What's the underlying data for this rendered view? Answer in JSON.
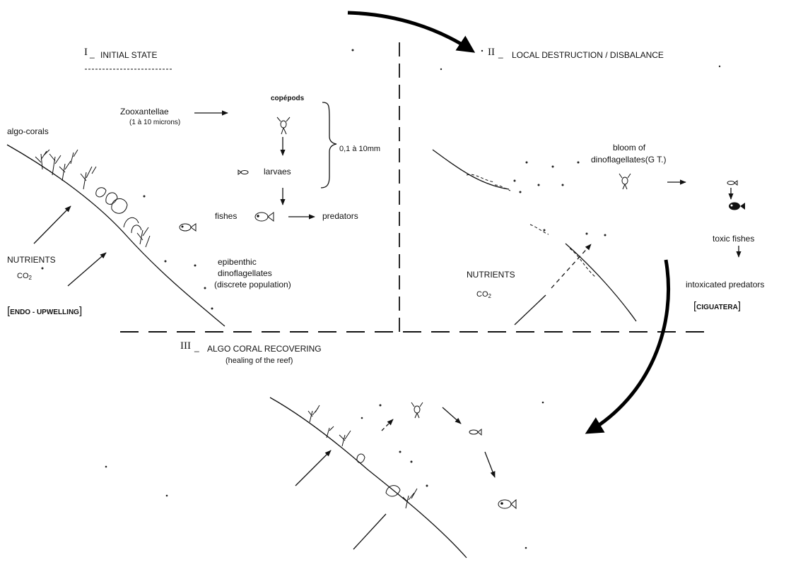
{
  "panels": {
    "initial": {
      "numeral": "I",
      "title": "INITIAL STATE",
      "algo_corals": "algo-corals",
      "zooxantellae": "Zooxantellae",
      "zoox_size": "(1 à 10 microns)",
      "copepods": "copépods",
      "larvaes": "larvaes",
      "size_range": "0,1 à 10mm",
      "fishes": "fishes",
      "predators": "predators",
      "nutrients": "NUTRIENTS",
      "co2": "CO",
      "co2_sub": "2",
      "epibenthic_1": "epibenthic",
      "epibenthic_2": "dinoflagellates",
      "epibenthic_3": "(discrete population)",
      "endo_upwelling": "ENDO - UPWELLING"
    },
    "destruction": {
      "numeral": "II",
      "title": "LOCAL DESTRUCTION / DISBALANCE",
      "bloom_1": "bloom of",
      "bloom_2": "dinoflagellates(G T.)",
      "toxic_fishes": "toxic fishes",
      "intoxicated": "intoxicated predators",
      "ciguatera": "CIGUATERA",
      "nutrients": "NUTRIENTS",
      "co2": "CO",
      "co2_sub": "2"
    },
    "recovering": {
      "numeral": "III",
      "title": "ALGO CORAL RECOVERING",
      "subtitle": "(healing of the reef)"
    }
  },
  "icons": [
    "copepod-icon",
    "larva-icon",
    "fish-icon",
    "toxic-fish-icon",
    "coral-icon",
    "arrow-icon"
  ]
}
